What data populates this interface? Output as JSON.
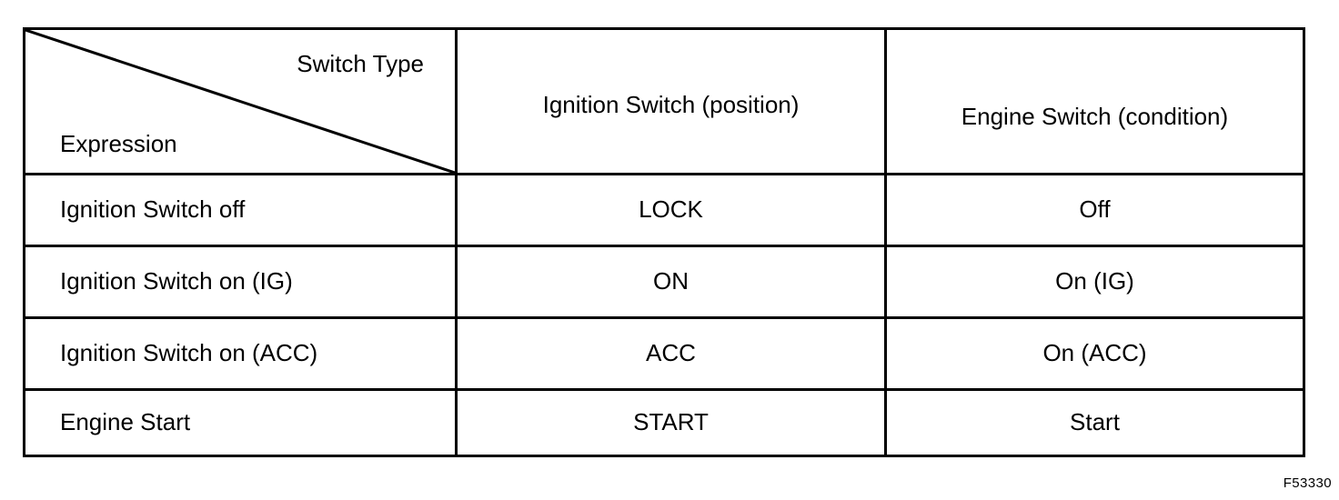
{
  "figure": {
    "caption": "F53330"
  },
  "table": {
    "corner": {
      "column_axis_label": "Switch Type",
      "row_axis_label": "Expression"
    },
    "columns": [
      "Ignition Switch (position)",
      "Engine Switch (condition)"
    ],
    "rows": [
      {
        "expression": "Ignition Switch off",
        "ignition_switch_position": "LOCK",
        "engine_switch_condition": "Off"
      },
      {
        "expression": "Ignition Switch on (IG)",
        "ignition_switch_position": "ON",
        "engine_switch_condition": "On (IG)"
      },
      {
        "expression": "Ignition Switch on (ACC)",
        "ignition_switch_position": "ACC",
        "engine_switch_condition": "On (ACC)"
      },
      {
        "expression": "Engine Start",
        "ignition_switch_position": "START",
        "engine_switch_condition": "Start"
      }
    ]
  },
  "style": {
    "border_color": "#000000",
    "text_color": "#000000",
    "background": "#ffffff"
  }
}
